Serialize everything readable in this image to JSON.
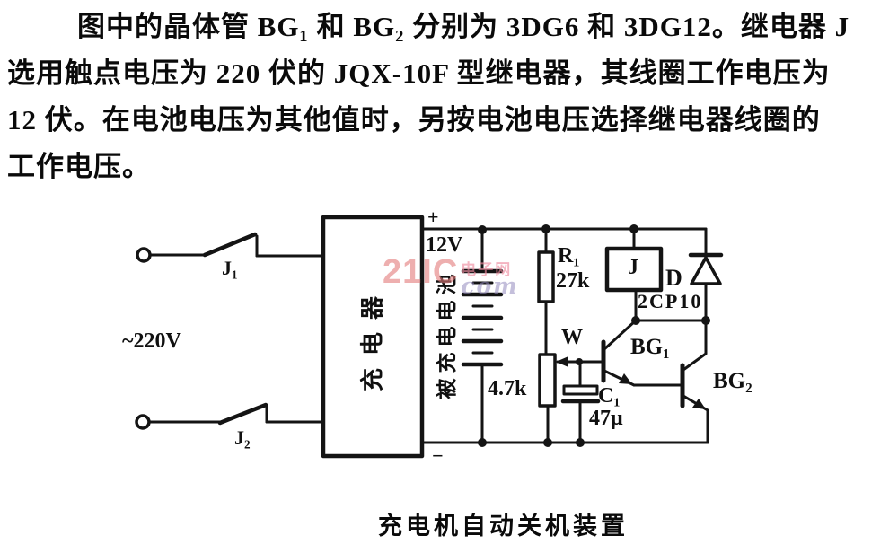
{
  "intro": {
    "lines": [
      "图中的晶体管 BG₁ 和 BG₂ 分别为 3DG6 和 3DG12。继电器 J",
      "选用触点电压为 220 伏的 JQX-10F 型继电器，其线圈工作电压为",
      "12 伏。在电池电压为其他值时，另按电池电压选择继电器线圈的",
      "工作电压。"
    ]
  },
  "watermark": {
    "brand": "21IC",
    "cn": "电子网",
    "com": "com",
    "brand_color": "#e27a7a",
    "cn_color": "#ee8ca0",
    "com_color": "#948abe"
  },
  "circuit": {
    "labels": {
      "ac_input": "~220V",
      "switch1": "J₁",
      "switch2": "J₂",
      "charger": "充电器",
      "plus": "+",
      "minus": "−",
      "battery_voltage": "12V",
      "battery_name": "被充电电池",
      "pot_value": "4.7k",
      "r1_name": "R₁",
      "r1_value": "27k",
      "pot_name": "W",
      "c1_name": "C₁",
      "c1_value": "47μ",
      "relay_name": "J",
      "diode_name": "D",
      "diode_type": "2CP10",
      "transistor1": "BG₁",
      "transistor2": "BG₂"
    },
    "line_color": "#141414"
  },
  "caption": "充电机自动关机装置"
}
